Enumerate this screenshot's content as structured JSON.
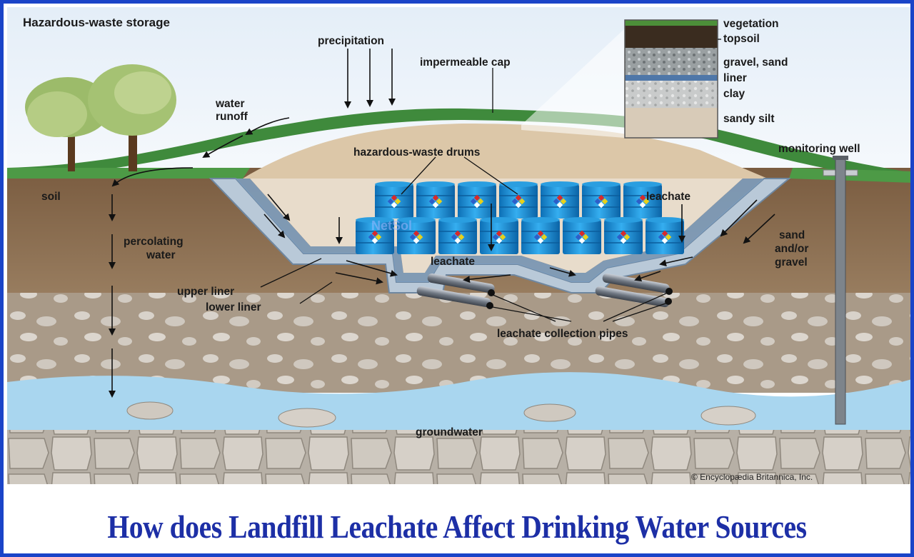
{
  "diagram": {
    "title": "Hazardous-waste storage",
    "labels": {
      "precipitation": "precipitation",
      "impermeable_cap": "impermeable cap",
      "water_runoff_1": "water",
      "water_runoff_2": "runoff",
      "soil": "soil",
      "percolating_1": "percolating",
      "percolating_2": "water",
      "hazardous_waste_drums": "hazardous-waste drums",
      "leachate_right": "leachate",
      "leachate_bottom": "leachate",
      "upper_liner": "upper liner",
      "lower_liner": "lower liner",
      "sand_1": "sand",
      "sand_2": "and/or",
      "sand_3": "gravel",
      "collection_pipes": "leachate collection pipes",
      "monitoring_well": "monitoring well",
      "groundwater": "groundwater"
    },
    "cap_layers": [
      "vegetation",
      "topsoil",
      "gravel, sand",
      "liner",
      "clay",
      "sandy silt"
    ],
    "watermark": "NetSol",
    "copyright": "© Encyclopædia Britannica, Inc."
  },
  "caption": "How does Landfill Leachate Affect Drinking Water Sources",
  "colors": {
    "frame": "#1a44c8",
    "caption": "#1d2fa6",
    "sky": "#eef5fb",
    "grass": "#3f8a3c",
    "soil": "#8a6d4f",
    "drums": "#1a8fd6",
    "groundwater": "#a9d6ef",
    "bedrock": "#c8c2b8"
  }
}
